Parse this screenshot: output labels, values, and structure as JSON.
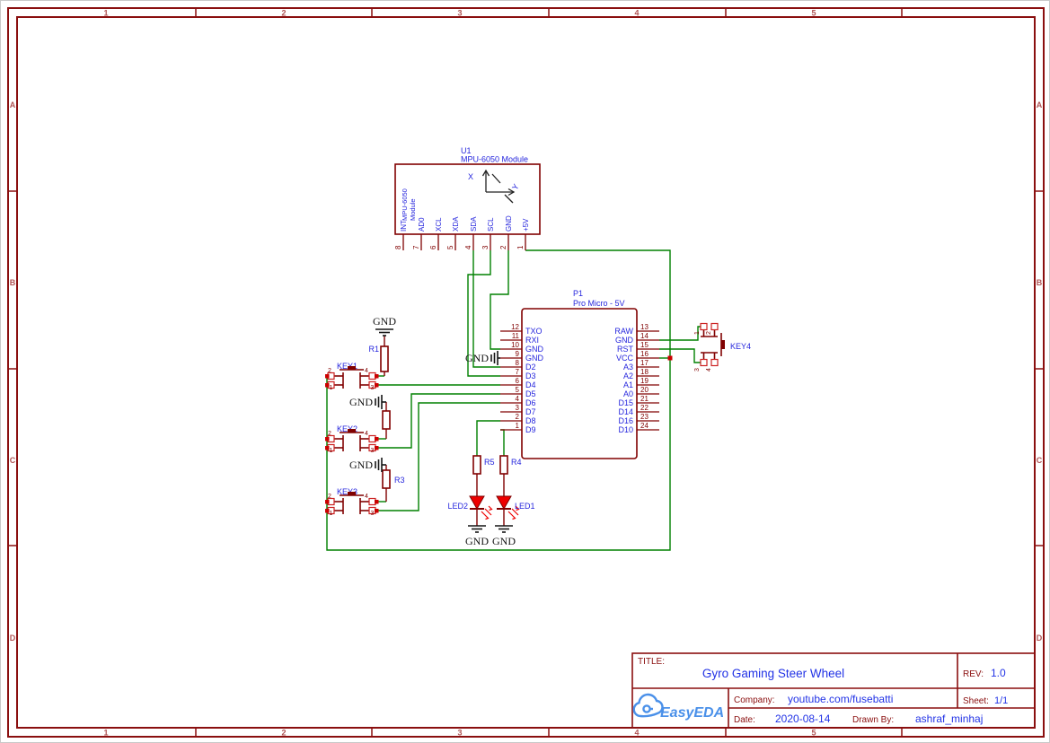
{
  "frame": {
    "columns": [
      "1",
      "2",
      "3",
      "4",
      "5"
    ],
    "rows": [
      "A",
      "B",
      "C",
      "D"
    ]
  },
  "u1": {
    "ref": "U1",
    "name": "MPU-6050 Module",
    "body_line1": "MPU-6050",
    "body_line2": "Module",
    "axis_x": "X",
    "axis_y": "Y",
    "pins": [
      {
        "num": "8",
        "name": "INT"
      },
      {
        "num": "7",
        "name": "AD0"
      },
      {
        "num": "6",
        "name": "XCL"
      },
      {
        "num": "5",
        "name": "XDA"
      },
      {
        "num": "4",
        "name": "SDA"
      },
      {
        "num": "3",
        "name": "SCL"
      },
      {
        "num": "2",
        "name": "GND"
      },
      {
        "num": "1",
        "name": "+5V"
      }
    ]
  },
  "p1": {
    "ref": "P1",
    "name": "Pro Micro - 5V",
    "left_pins": [
      {
        "num": "12",
        "name": "TXO"
      },
      {
        "num": "11",
        "name": "RXI"
      },
      {
        "num": "10",
        "name": "GND"
      },
      {
        "num": "9",
        "name": "GND"
      },
      {
        "num": "8",
        "name": "D2"
      },
      {
        "num": "7",
        "name": "D3"
      },
      {
        "num": "6",
        "name": "D4"
      },
      {
        "num": "5",
        "name": "D5"
      },
      {
        "num": "4",
        "name": "D6"
      },
      {
        "num": "3",
        "name": "D7"
      },
      {
        "num": "2",
        "name": "D8"
      },
      {
        "num": "1",
        "name": "D9"
      }
    ],
    "right_pins": [
      {
        "num": "13",
        "name": "RAW"
      },
      {
        "num": "14",
        "name": "GND"
      },
      {
        "num": "15",
        "name": "RST"
      },
      {
        "num": "16",
        "name": "VCC"
      },
      {
        "num": "17",
        "name": "A3"
      },
      {
        "num": "18",
        "name": "A2"
      },
      {
        "num": "19",
        "name": "A1"
      },
      {
        "num": "20",
        "name": "A0"
      },
      {
        "num": "21",
        "name": "D15"
      },
      {
        "num": "22",
        "name": "D14"
      },
      {
        "num": "23",
        "name": "D16"
      },
      {
        "num": "24",
        "name": "D10"
      }
    ]
  },
  "keys": {
    "key1": {
      "label": "KEY1"
    },
    "key2": {
      "label": "KEY2"
    },
    "key3": {
      "label": "KEY3"
    },
    "key4": {
      "label": "KEY4"
    },
    "pins": {
      "n1": "1",
      "n2": "2",
      "n3": "3",
      "n4": "4"
    }
  },
  "resistors": {
    "r1": "R1",
    "r3": "R3",
    "r4": "R4",
    "r5": "R5"
  },
  "leds": {
    "led1": "LED1",
    "led2": "LED2"
  },
  "gnd": {
    "label": "GND"
  },
  "title_block": {
    "title_label": "TITLE:",
    "title": "Gyro Gaming Steer Wheel",
    "rev_label": "REV:",
    "rev": "1.0",
    "company_label": "Company:",
    "company": "youtube.com/fusebatti",
    "sheet_label": "Sheet:",
    "sheet": "1/1",
    "date_label": "Date:",
    "date": "2020-08-14",
    "drawn_by_label": "Drawn By:",
    "drawn_by": "ashraf_minhaj",
    "logo_text": "EasyEDA"
  },
  "colors": {
    "wire_green": "#008000",
    "component_outline": "#800000",
    "label_blue": "#2626dd",
    "frame_red": "#8a0f0f",
    "junction_red": "#cc0000",
    "led_red": "#ee0000",
    "logo_blue": "#4a90e9"
  }
}
